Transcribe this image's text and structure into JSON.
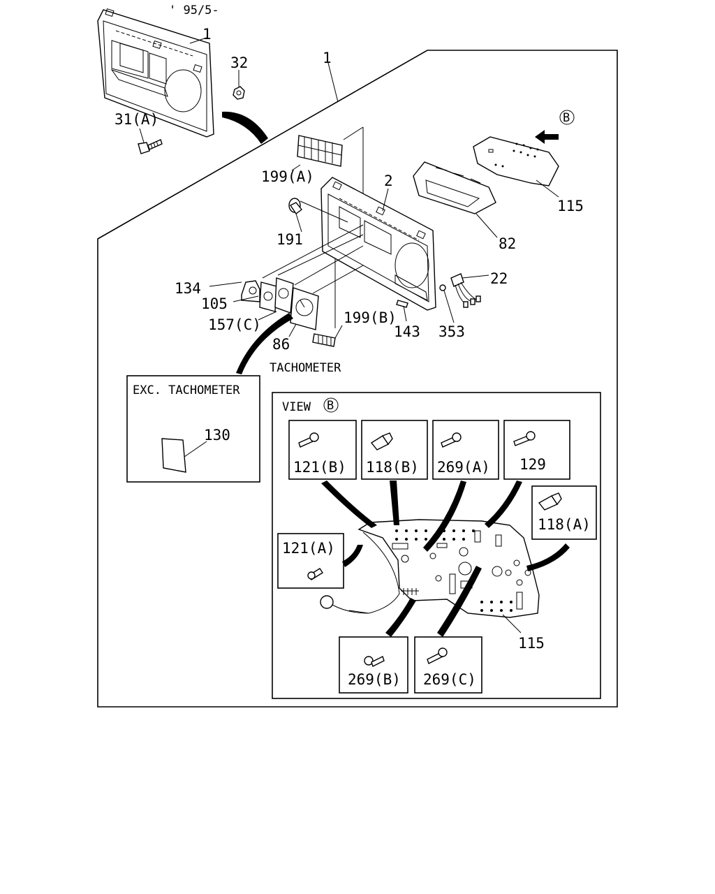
{
  "date_code": "' 95/5-",
  "callouts": {
    "c1_top": "1",
    "c32": "32",
    "c31a": "31(A)",
    "c1_main": "1",
    "c199a": "199(A)",
    "c2": "2",
    "c115_top": "115",
    "c82": "82",
    "c191": "191",
    "c22": "22",
    "c134": "134",
    "c105": "105",
    "c157c": "157(C)",
    "c86": "86",
    "c199b": "199(B)",
    "c143": "143",
    "c353": "353",
    "view_marker": "B"
  },
  "tachometer_label": "TACHOMETER",
  "exc_box": {
    "title": "EXC. TACHOMETER",
    "part": "130"
  },
  "view_box": {
    "title": "VIEW",
    "marker": "B",
    "parts": {
      "p121b": "121(B)",
      "p118b": "118(B)",
      "p269a": "269(A)",
      "p129": "129",
      "p118a": "118(A)",
      "p121a": "121(A)",
      "p269b": "269(B)",
      "p269c": "269(C)",
      "p115": "115"
    }
  }
}
